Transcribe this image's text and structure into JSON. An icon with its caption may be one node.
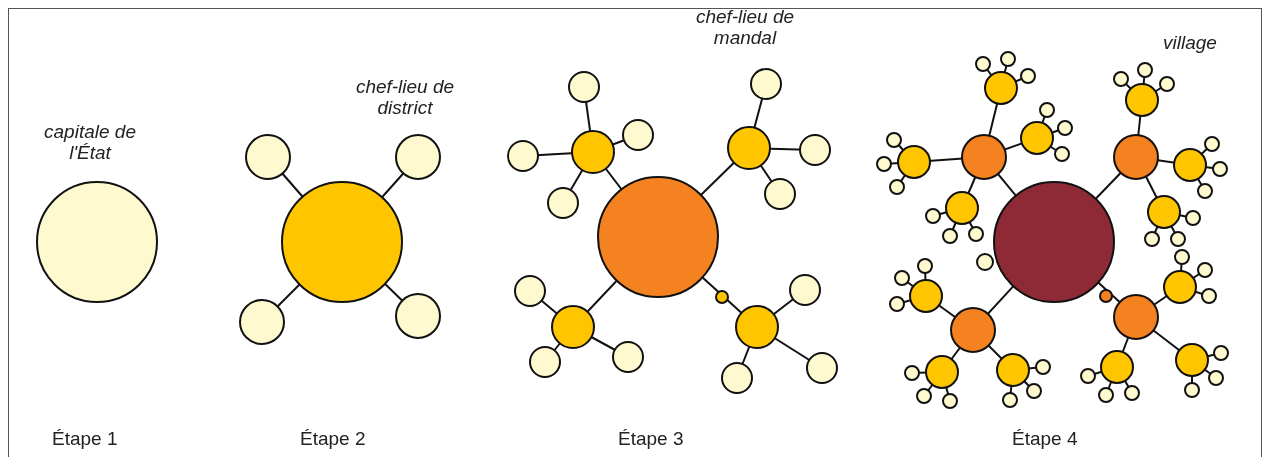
{
  "diagram": {
    "labels": [
      "chef-lieu de mandal",
      "village",
      "chef-lieu de district",
      "capitale de l'État",
      "Étape 1",
      "Étape 2",
      "Étape 3",
      "Étape 4"
    ]
  }
}
